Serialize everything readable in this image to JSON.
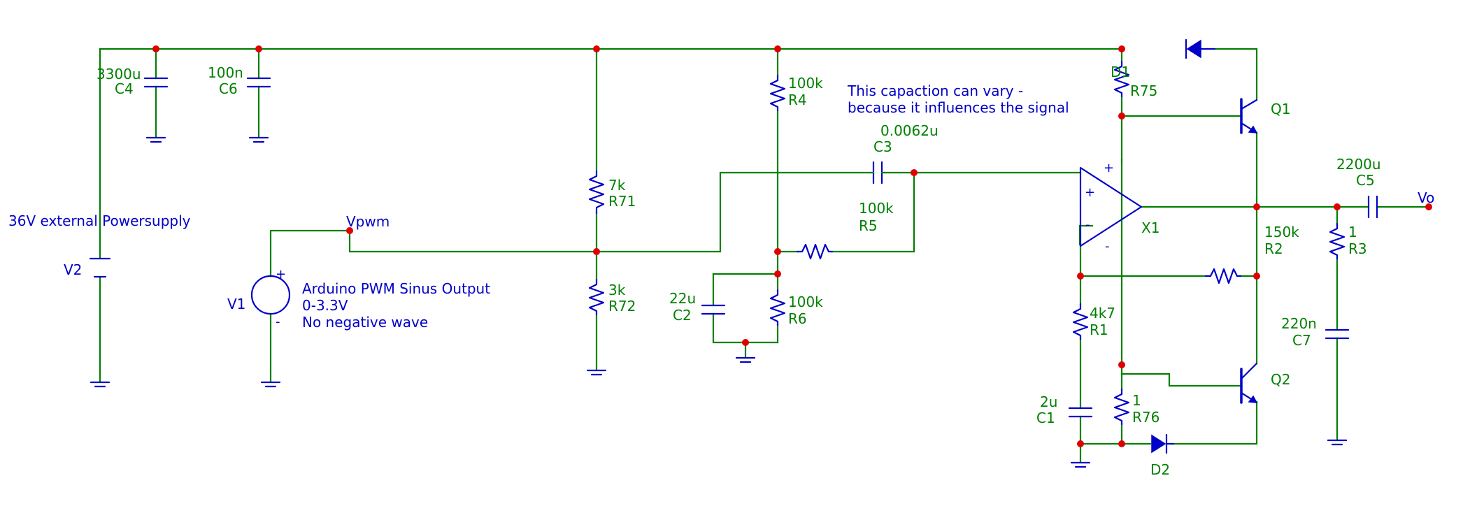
{
  "labels": {
    "C4_value": "3300u",
    "C4_name": "C4",
    "C6_value": "100n",
    "C6_name": "C6",
    "R71_value": "7k",
    "R71_name": "R71",
    "R72_value": "3k",
    "R72_name": "R72",
    "R4_value": "100k",
    "R4_name": "R4",
    "R5_value": "100k",
    "R5_name": "R5",
    "R6_value": "100k",
    "R6_name": "R6",
    "C2_value": "22u",
    "C2_name": "C2",
    "C3_value": "0.0062u",
    "C3_name": "C3",
    "D1_name": "D1",
    "R75_name": "R75",
    "Q1_name": "Q1",
    "Q2_name": "Q2",
    "X1_name": "X1",
    "C5_value": "2200u",
    "C5_name": "C5",
    "R2_value": "150k",
    "R2_name": "R2",
    "R3_value": "1",
    "R3_name": "R3",
    "C7_value": "220n",
    "C7_name": "C7",
    "R1_value": "4k7",
    "R1_name": "R1",
    "C1_value": "2u",
    "C1_name": "C1",
    "R76_value": "1",
    "R76_name": "R76",
    "D2_name": "D2",
    "V1_name": "V1",
    "V2_name": "V2",
    "vpwm_net": "Vpwm",
    "vo_net": "Vo",
    "plus_sign": "+",
    "minus_sign": "-"
  },
  "notes": {
    "supply": "36V external Powersupply",
    "arduino_line1": "Arduino PWM Sinus Output",
    "arduino_line2": "0-3.3V",
    "arduino_line3": "No negative wave",
    "cap_note_line1": "This capaction can vary -",
    "cap_note_line2": "because it influences the signal"
  },
  "colors": {
    "wire": "#008000",
    "component": "#0000c8",
    "node": "#e00000",
    "background": "#ffffff"
  }
}
